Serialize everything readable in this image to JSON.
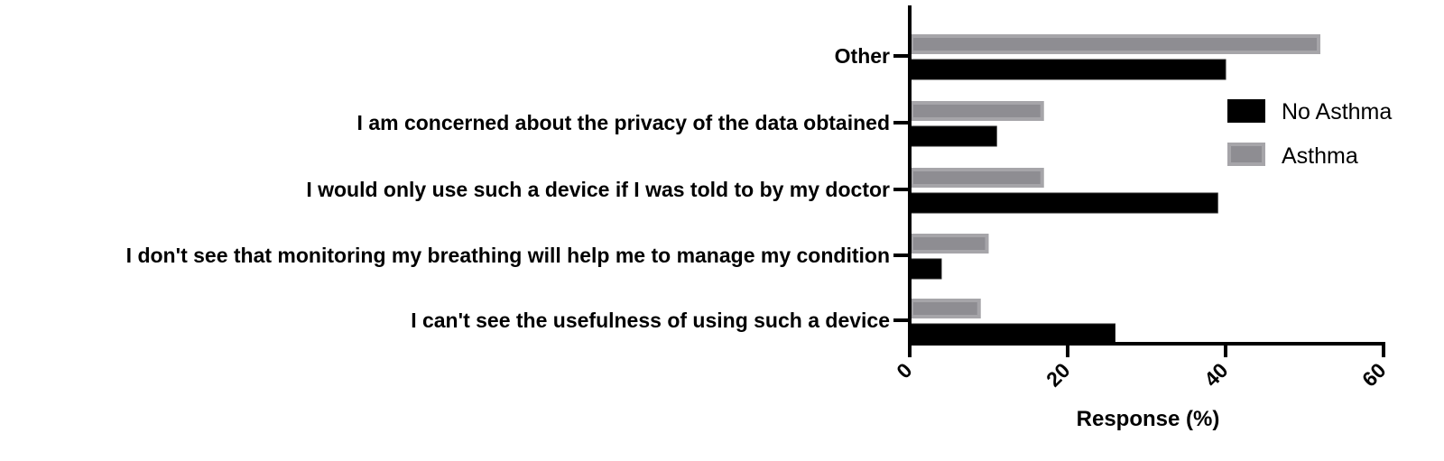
{
  "chart_data": {
    "type": "bar",
    "orientation": "horizontal",
    "title": "",
    "xlabel": "Response (%)",
    "ylabel": "",
    "xlim": [
      0,
      60
    ],
    "xticks": [
      "0",
      "20",
      "40",
      "60"
    ],
    "grid": false,
    "legend_position": "right",
    "categories": [
      "Other",
      "I am concerned about the privacy of the data obtained",
      "I would only use such a device if I was told to by my doctor",
      "I don't see that monitoring my breathing will help me to manage my condition",
      "I can't see the usefulness of using such a device"
    ],
    "series": [
      {
        "name": "No Asthma",
        "color": "#000000",
        "values": [
          40,
          11,
          39,
          4,
          26
        ]
      },
      {
        "name": "Asthma",
        "color": "#8e8d92",
        "values": [
          52,
          17,
          17,
          10,
          9
        ]
      }
    ]
  }
}
